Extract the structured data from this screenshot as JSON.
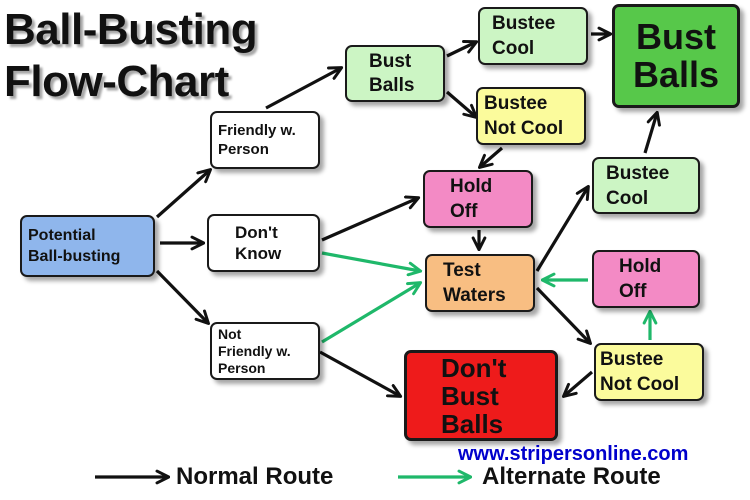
{
  "title": {
    "line1": "Ball-Busting",
    "line2": "Flow-Chart"
  },
  "colors": {
    "normal_route": "#111111",
    "alternate_route": "#1fb86a",
    "blue": "#8fb6ec",
    "white": "#ffffff",
    "green_light": "#ccf5c4",
    "yellow": "#fbfb9c",
    "pink": "#f38ac5",
    "orange": "#f8be82",
    "red": "#ee1b1b",
    "green_dark": "#57c84a"
  },
  "nodes": {
    "potential": {
      "lines": [
        "Potential",
        "Ball-busting"
      ]
    },
    "friendly": {
      "lines": [
        "Friendly w.",
        "Person"
      ]
    },
    "dont_know": {
      "lines": [
        "Don't",
        "Know"
      ]
    },
    "not_friendly": {
      "lines": [
        "Not",
        "Friendly w.",
        "Person"
      ]
    },
    "bust_balls_1": {
      "lines": [
        "Bust",
        "Balls"
      ]
    },
    "bustee_cool_top": {
      "lines": [
        "Bustee",
        "Cool"
      ]
    },
    "bustee_not_cool_top": {
      "lines": [
        "Bustee",
        "Not Cool"
      ]
    },
    "bust_balls_final": {
      "lines": [
        "Bust",
        "Balls"
      ]
    },
    "hold_off_1": {
      "lines": [
        "Hold",
        "Off"
      ]
    },
    "test_waters": {
      "lines": [
        "Test",
        "Waters"
      ]
    },
    "bustee_cool_right": {
      "lines": [
        "Bustee",
        "Cool"
      ]
    },
    "hold_off_2": {
      "lines": [
        "Hold",
        "Off"
      ]
    },
    "bustee_not_cool_bottom": {
      "lines": [
        "Bustee",
        "Not Cool"
      ]
    },
    "dont_bust_balls": {
      "lines": [
        "Don't",
        "Bust",
        "Balls"
      ]
    }
  },
  "legend": {
    "normal_label": "Normal Route",
    "alternate_label": "Alternate Route"
  },
  "website": "www.stripersonline.com"
}
